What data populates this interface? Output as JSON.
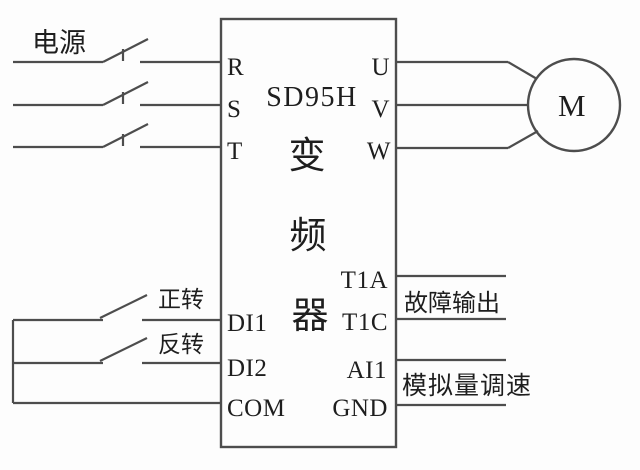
{
  "colors": {
    "background": "#fdfdfd",
    "line": "#4d4d4d",
    "text": "#1e1e1e"
  },
  "power": {
    "label": "电源",
    "terminals": [
      "R",
      "S",
      "T"
    ]
  },
  "inverter": {
    "model": "SD95H",
    "name_chars": [
      "变",
      "频",
      "器"
    ]
  },
  "motor": {
    "label": "M",
    "terminals": [
      "U",
      "V",
      "W"
    ]
  },
  "control": {
    "forward_label": "正转",
    "reverse_label": "反转",
    "terminals": [
      "DI1",
      "DI2",
      "COM"
    ]
  },
  "signals": {
    "relay_terminals": [
      "T1A",
      "T1C"
    ],
    "fault_label": "故障输出",
    "analog_terminals": [
      "AI1",
      "GND"
    ],
    "analog_label": "模拟量调速"
  }
}
